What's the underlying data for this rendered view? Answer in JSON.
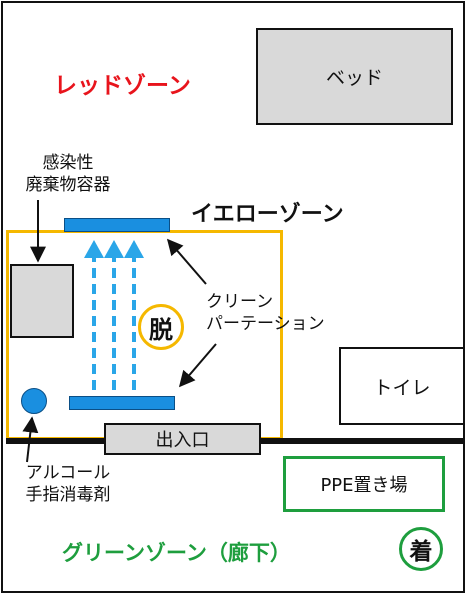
{
  "zones": {
    "red": "レッドゾーン",
    "yellow": "イエローゾーン",
    "green": "グリーンゾーン（廊下）"
  },
  "rooms": {
    "bed": "ベッド",
    "toilet": "トイレ",
    "entrance": "出入口",
    "ppe": "PPE置き場"
  },
  "labels": {
    "waste_line1": "感染性",
    "waste_line2": "廃棄物容器",
    "partition_line1": "クリーン",
    "partition_line2": "パーテーション",
    "alcohol_line1": "アルコール",
    "alcohol_line2": "手指消毒剤"
  },
  "marks": {
    "doff": "脱",
    "don": "着"
  },
  "colors": {
    "red_zone": "#e8141c",
    "yellow_zone": "#f5b800",
    "green_zone": "#1e9e3e",
    "partition": "#1a8fe0",
    "airflow": "#2aa6e8",
    "gray_fill": "#d9d9d9"
  },
  "icons": [
    "airflow-arrow-icon",
    "pointer-arrow-icon"
  ]
}
